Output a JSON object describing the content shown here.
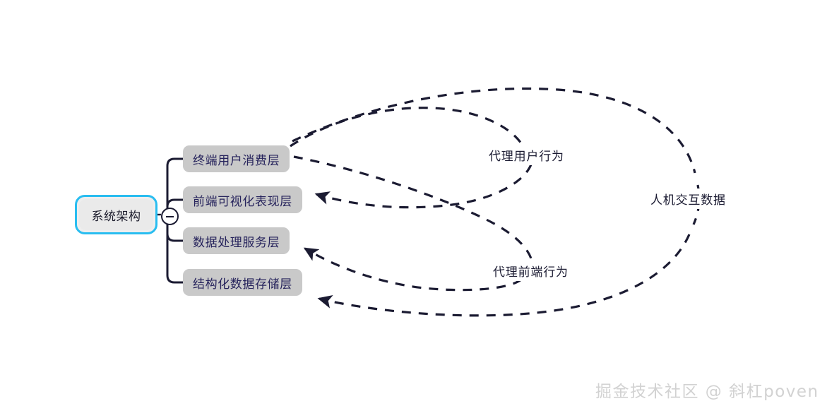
{
  "diagram": {
    "type": "mindmap",
    "background_color": "#ffffff",
    "root": {
      "label": "系统架构",
      "border_color": "#29bdf0",
      "fill_color": "#eaeaea",
      "text_color": "#1b1b2b"
    },
    "collapse_toggle": {
      "state": "expanded",
      "glyph": "minus"
    },
    "children": [
      {
        "label": "终端用户消费层",
        "fill_color": "#c9c9c9",
        "text_color": "#26235c"
      },
      {
        "label": "前端可视化表现层",
        "fill_color": "#c9c9c9",
        "text_color": "#26235c"
      },
      {
        "label": "数据处理服务层",
        "fill_color": "#c9c9c9",
        "text_color": "#26235c"
      },
      {
        "label": "结构化数据存储层",
        "fill_color": "#c9c9c9",
        "text_color": "#26235c"
      }
    ],
    "branch_color": "#1b1b32",
    "relations": [
      {
        "label": "代理用户行为",
        "from": "终端用户消费层",
        "to": "前端可视化表现层",
        "style": "dashed",
        "color": "#1b1b32"
      },
      {
        "label": "代理前端行为",
        "from": "终端用户消费层",
        "to": "数据处理服务层",
        "style": "dashed",
        "color": "#1b1b32"
      },
      {
        "label": "人机交互数据",
        "from": "终端用户消费层",
        "to": "结构化数据存储层",
        "style": "dashed",
        "color": "#1b1b32"
      }
    ]
  },
  "watermark": {
    "text": "掘金技术社区 @ 斜杠poven",
    "color": "#d2d2d2"
  }
}
